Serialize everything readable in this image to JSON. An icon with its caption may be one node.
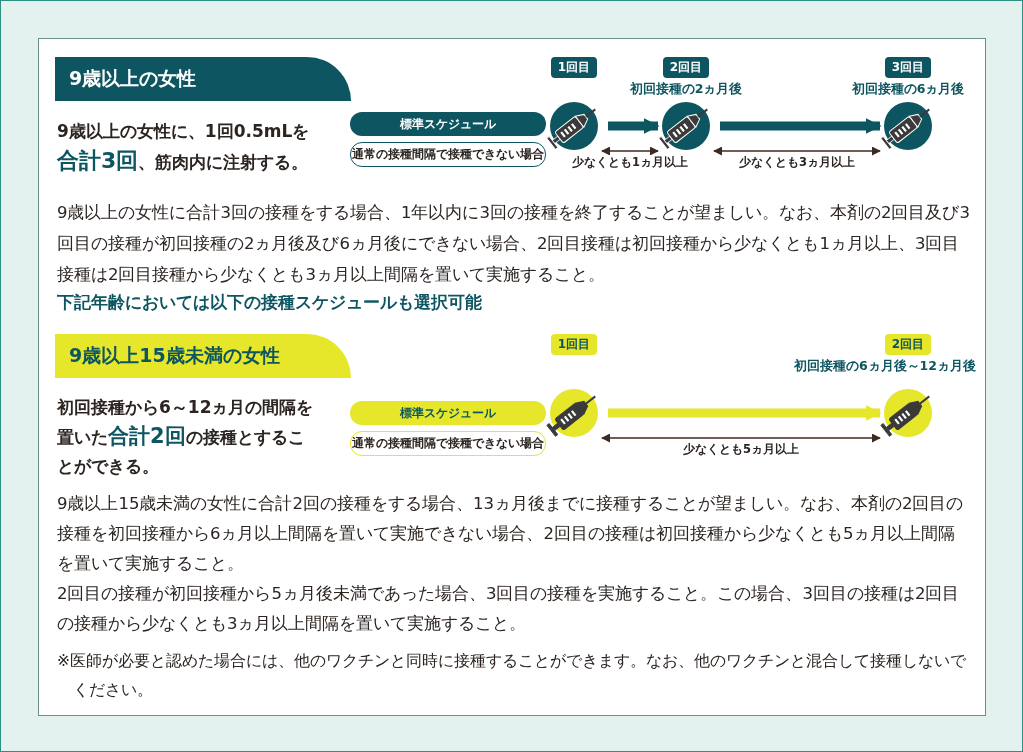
{
  "diagram": {
    "nodes": [
      {
        "text": [
          "9歳以上の女性"
        ]
      },
      {
        "text": [
          "標準スケジュール"
        ]
      },
      {
        "text": [
          "通常の接種間隔で接種できない場合"
        ]
      },
      {
        "text": [],
        "shape": "circle",
        "beside": [
          "1回目"
        ]
      },
      {
        "text": [],
        "shape": "circle",
        "beside": [
          "2回目",
          "初回接種の2ヵ月後"
        ]
      },
      {
        "text": [],
        "shape": "circle",
        "beside": [
          "3回目",
          "初回接種の6ヵ月後"
        ]
      },
      {
        "text": [
          "9歳以上15歳未満の女性"
        ]
      },
      {
        "text": [
          "標準スケジュール"
        ]
      },
      {
        "text": [
          "通常の接種間隔で接種できない場合"
        ]
      },
      {
        "text": [],
        "shape": "circle",
        "beside": [
          "1回目"
        ]
      },
      {
        "text": [],
        "shape": "circle",
        "beside": [
          "2回目",
          "初回接種の6ヵ月後～12ヵ月後"
        ]
      }
    ],
    "edges": [
      {
        "from": 3,
        "to": 4,
        "arrow": "to",
        "style": "thick",
        "color": "#0d5560"
      },
      {
        "from": 4,
        "to": 5,
        "arrow": "to",
        "style": "thick",
        "color": "#0d5560"
      },
      {
        "from": 3,
        "to": 4,
        "arrow": "both",
        "label": "少なくとも1ヵ月以上"
      },
      {
        "from": 4,
        "to": 5,
        "arrow": "both",
        "label": "少なくとも3ヵ月以上"
      },
      {
        "from": 9,
        "to": 10,
        "arrow": "to",
        "style": "thick",
        "color": "#e6e62a"
      },
      {
        "from": 9,
        "to": 10,
        "arrow": "both",
        "label": "少なくとも5ヵ月以上"
      }
    ],
    "labels": [
      "9歳以上の女性に、1回0.5mLを**合計3回**、筋肉内に注射する。",
      "9歳以上の女性に合計3回の接種をする場合、1年以内に3回の接種を終了することが望ましい。なお、本剤の2回目及び3回目の接種が初回接種の2ヵ月後及び6ヵ月後にできない場合、2回目接種は初回接種から少なくとも1ヵ月以上、3回目接種は2回目接種から少なくとも3ヵ月以上間隔を置いて実施すること。",
      "下記年齢においては以下の接種スケジュールも選択可能",
      "初回接種から6～12ヵ月の間隔を置いた**合計2回**の接種とすることができる。",
      "9歳以上15歳未満の女性に合計2回の接種をする場合、13ヵ月後までに接種することが望ましい。なお、本剤の2回目の接種を初回接種から6ヵ月以上間隔を置いて実施できない場合、2回目の接種は初回接種から少なくとも5ヵ月以上間隔を置いて実施すること。",
      "2回目の接種が初回接種から5ヵ月後未満であった場合、3回目の接種を実施すること。この場合、3回目の接種は2回目の接種から少なくとも3ヵ月以上間隔を置いて実施すること。",
      "※医師が必要と認めた場合には、他のワクチンと同時に接種することができます。なお、他のワクチンと混合して接種しないでください。"
    ]
  }
}
